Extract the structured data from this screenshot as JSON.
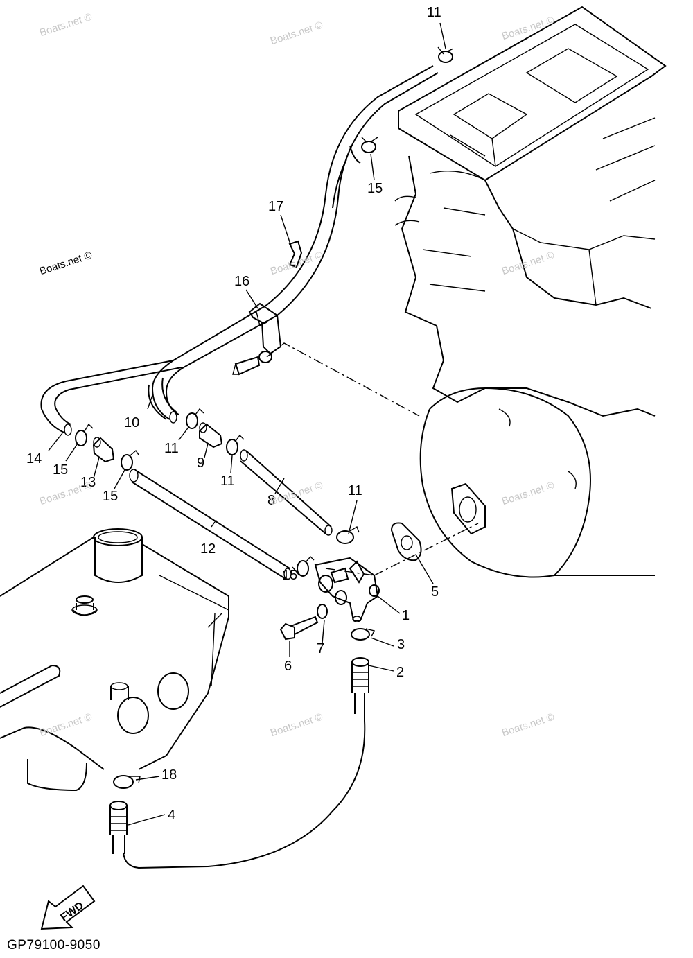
{
  "watermarks": [
    "Boats.net ©",
    "Boats.net ©",
    "Boats.net ©",
    "Boats.net ©",
    "Boats.net ©",
    "Boats.net ©",
    "Boats.net ©",
    "Boats.net ©",
    "Boats.net ©",
    "Boats.net ©",
    "Boats.net ©",
    "Boats.net ©"
  ],
  "callouts": {
    "c1": "1",
    "c2": "2",
    "c3": "3",
    "c4": "4",
    "c5": "5",
    "c6": "6",
    "c7": "7",
    "c8": "8",
    "c9": "9",
    "c10": "10",
    "c11a": "11",
    "c11b": "11",
    "c11c": "11",
    "c11d": "11",
    "c12": "12",
    "c13": "13",
    "c14": "14",
    "c15a": "15",
    "c15b": "15",
    "c15c": "15",
    "c15d": "15",
    "c16": "16",
    "c17": "17",
    "c18": "18"
  },
  "fwd_label": "FWD",
  "diagram_code": "GP79100-9050"
}
